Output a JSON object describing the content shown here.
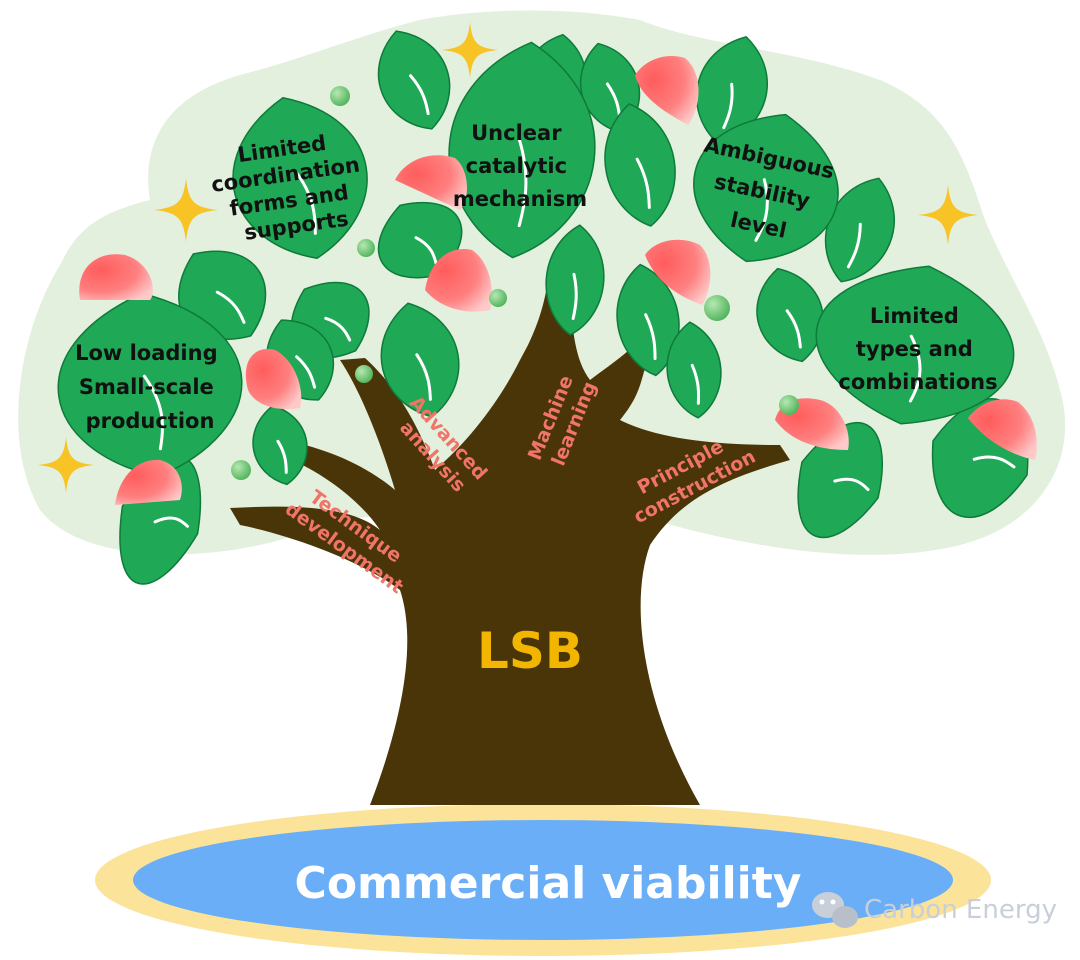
{
  "colors": {
    "canopy": "#e3f0dd",
    "leaf": "#1fa855",
    "leaf_dark": "#0f7a3a",
    "fruit": "#ff6b6b",
    "trunk": "#4a3508",
    "pond_water": "#6aaef8",
    "pond_rim": "#fbe39a",
    "sparkle": "#f7c325",
    "bud": "#7ecf86"
  },
  "diagram": {
    "challenges": [
      "Limited coordination forms and supports",
      "Unclear catalytic mechanism",
      "Ambiguous stability level",
      "Low loading Small-scale production",
      "Limited types and combinations"
    ],
    "challenge_lines": {
      "limited_coordination": [
        "Limited",
        "coordination",
        "forms and",
        "supports"
      ],
      "unclear_mechanism": [
        "Unclear",
        "catalytic",
        "mechanism"
      ],
      "ambiguous_stability": [
        "Ambiguous",
        "stability",
        "level"
      ],
      "low_loading": [
        "Low loading",
        "Small-scale",
        "production"
      ],
      "limited_types": [
        "Limited",
        "types and",
        "combinations"
      ]
    },
    "branches": {
      "technique": [
        "Technique",
        "development"
      ],
      "analysis": [
        "Advanced",
        "analysis"
      ],
      "machine": [
        "Machine",
        "learning"
      ],
      "principle": [
        "Principle",
        "construction"
      ]
    },
    "trunk_label": "LSB",
    "ground_label": "Commercial viability",
    "watermark": "Carbon Energy"
  }
}
